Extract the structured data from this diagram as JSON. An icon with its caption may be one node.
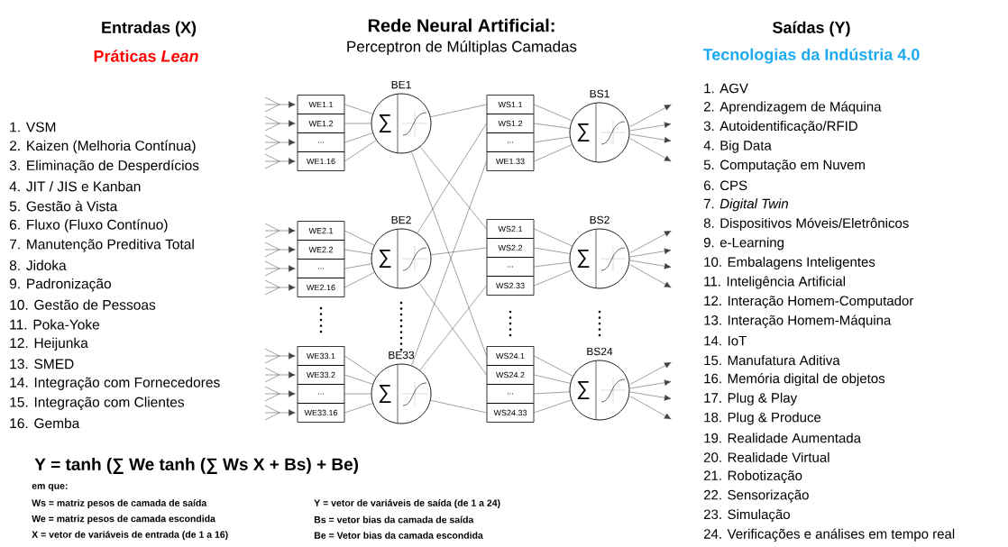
{
  "diagram": {
    "title": "Rede Neural Artificial:",
    "nodes": [
      {
        "text": [
          "WE1.1"
        ]
      },
      {
        "text": [
          "WE1.2"
        ]
      },
      {
        "text": [
          "..."
        ]
      },
      {
        "text": [
          "WE1.16"
        ]
      },
      {
        "text": [
          "BE1",
          "∑"
        ]
      },
      {
        "text": [
          "WE2.1"
        ]
      },
      {
        "text": [
          "WE2.2"
        ]
      },
      {
        "text": [
          "..."
        ]
      },
      {
        "text": [
          "WE2.16"
        ]
      },
      {
        "text": [
          "BE2",
          "∑"
        ]
      },
      {
        "text": [
          "WE33.1"
        ]
      },
      {
        "text": [
          "WE33.2"
        ]
      },
      {
        "text": [
          "..."
        ]
      },
      {
        "text": [
          "WE33.16"
        ]
      },
      {
        "text": [
          "BE33",
          "∑"
        ]
      },
      {
        "text": [
          "WS1.1"
        ]
      },
      {
        "text": [
          "WS1.2"
        ]
      },
      {
        "text": [
          "..."
        ]
      },
      {
        "text": [
          "WE1.33"
        ]
      },
      {
        "text": [
          "BS1",
          "∑"
        ]
      },
      {
        "text": [
          "WS2.1"
        ]
      },
      {
        "text": [
          "WS2.2"
        ]
      },
      {
        "text": [
          "..."
        ]
      },
      {
        "text": [
          "WS2.33"
        ]
      },
      {
        "text": [
          "BS2",
          "∑"
        ]
      },
      {
        "text": [
          "WS24.1"
        ]
      },
      {
        "text": [
          "WS24.2"
        ]
      },
      {
        "text": [
          "..."
        ]
      },
      {
        "text": [
          "WS24.33"
        ]
      },
      {
        "text": [
          "BS24",
          "∑"
        ]
      }
    ],
    "edges": [
      {
        "from": null,
        "to": 0,
        "arrow": "to"
      },
      {
        "from": null,
        "to": 1,
        "arrow": "to"
      },
      {
        "from": null,
        "to": 2,
        "arrow": "to"
      },
      {
        "from": null,
        "to": 3,
        "arrow": "to"
      },
      {
        "from": null,
        "to": 5,
        "arrow": "to"
      },
      {
        "from": null,
        "to": 6,
        "arrow": "to"
      },
      {
        "from": null,
        "to": 7,
        "arrow": "to"
      },
      {
        "from": null,
        "to": 8,
        "arrow": "to"
      },
      {
        "from": null,
        "to": 10,
        "arrow": "to"
      },
      {
        "from": null,
        "to": 11,
        "arrow": "to"
      },
      {
        "from": null,
        "to": 12,
        "arrow": "to"
      },
      {
        "from": null,
        "to": 13,
        "arrow": "to"
      },
      {
        "from": 0,
        "to": 4,
        "arrow": "none"
      },
      {
        "from": 1,
        "to": 4,
        "arrow": "none"
      },
      {
        "from": 2,
        "to": 4,
        "arrow": "none"
      },
      {
        "from": 3,
        "to": 4,
        "arrow": "none"
      },
      {
        "from": 5,
        "to": 9,
        "arrow": "none"
      },
      {
        "from": 6,
        "to": 9,
        "arrow": "none"
      },
      {
        "from": 7,
        "to": 9,
        "arrow": "none"
      },
      {
        "from": 8,
        "to": 9,
        "arrow": "none"
      },
      {
        "from": 10,
        "to": 14,
        "arrow": "none"
      },
      {
        "from": 11,
        "to": 14,
        "arrow": "none"
      },
      {
        "from": 12,
        "to": 14,
        "arrow": "none"
      },
      {
        "from": 13,
        "to": 14,
        "arrow": "none"
      },
      {
        "from": 4,
        "to": 15,
        "arrow": "none"
      },
      {
        "from": 4,
        "to": 20,
        "arrow": "none"
      },
      {
        "from": 4,
        "to": 25,
        "arrow": "none"
      },
      {
        "from": 9,
        "to": 16,
        "arrow": "none"
      },
      {
        "from": 9,
        "to": 21,
        "arrow": "none"
      },
      {
        "from": 9,
        "to": 26,
        "arrow": "none"
      },
      {
        "from": 14,
        "to": 18,
        "arrow": "none"
      },
      {
        "from": 14,
        "to": 23,
        "arrow": "none"
      },
      {
        "from": 14,
        "to": 28,
        "arrow": "none"
      },
      {
        "from": 15,
        "to": 19,
        "arrow": "none"
      },
      {
        "from": 16,
        "to": 19,
        "arrow": "none"
      },
      {
        "from": 17,
        "to": 19,
        "arrow": "none"
      },
      {
        "from": 18,
        "to": 19,
        "arrow": "none"
      },
      {
        "from": 20,
        "to": 24,
        "arrow": "none"
      },
      {
        "from": 21,
        "to": 24,
        "arrow": "none"
      },
      {
        "from": 22,
        "to": 24,
        "arrow": "none"
      },
      {
        "from": 23,
        "to": 24,
        "arrow": "none"
      },
      {
        "from": 25,
        "to": 29,
        "arrow": "none"
      },
      {
        "from": 26,
        "to": 29,
        "arrow": "none"
      },
      {
        "from": 27,
        "to": 29,
        "arrow": "none"
      },
      {
        "from": 28,
        "to": 29,
        "arrow": "none"
      },
      {
        "from": 19,
        "to": null,
        "arrow": "to"
      },
      {
        "from": 19,
        "to": null,
        "arrow": "to"
      },
      {
        "from": 19,
        "to": null,
        "arrow": "to"
      },
      {
        "from": 19,
        "to": null,
        "arrow": "to"
      },
      {
        "from": 24,
        "to": null,
        "arrow": "to"
      },
      {
        "from": 24,
        "to": null,
        "arrow": "to"
      },
      {
        "from": 24,
        "to": null,
        "arrow": "to"
      },
      {
        "from": 24,
        "to": null,
        "arrow": "to"
      },
      {
        "from": 29,
        "to": null,
        "arrow": "to"
      },
      {
        "from": 29,
        "to": null,
        "arrow": "to"
      },
      {
        "from": 29,
        "to": null,
        "arrow": "to"
      },
      {
        "from": 29,
        "to": null,
        "arrow": "to"
      }
    ],
    "labels": [
      "Entradas (X)",
      "Práticas *Lean*",
      "Perceptron de Múltiplas Camadas",
      "Saídas (Y)",
      "Tecnologias da Indústria 4.0",
      "1. VSM",
      "2. Kaizen (Melhoria Contínua)",
      "3. Eliminação de Desperdícios",
      "4. JIT / JIS e Kanban",
      "5. Gestão à Vista",
      "6. Fluxo (Fluxo Contínuo)",
      "7. Manutenção Preditiva Total",
      "8. Jidoka",
      "9. Padronização",
      "10. Gestão de Pessoas",
      "11. Poka-Yoke",
      "12. Heijunka",
      "13. SMED",
      "14. Integração com Fornecedores",
      "15. Integração com Clientes",
      "16. Gemba",
      "1. AGV",
      "2. Aprendizagem de Máquina",
      "3. Autoidentificação/RFID",
      "4. Big Data",
      "5. Computação em Nuvem",
      "6. CPS",
      "7. *Digital Twin*",
      "8. Dispositivos Móveis/Eletrônicos",
      "9. e-Learning",
      "10. Embalagens Inteligentes",
      "11. Inteligência Artificial",
      "12. Interação Homem-Computador",
      "13. Interação Homem-Máquina",
      "14. IoT",
      "15. Manufatura Aditiva",
      "16. Memória digital de objetos",
      "17. Plug & Play",
      "18. Plug & Produce",
      "19. Realidade Aumentada",
      "20. Realidade Virtual",
      "21. Robotização",
      "22. Sensorização",
      "23. Simulação",
      "24. Verificações e análises em tempo real",
      "Y = tanh (∑ We tanh (∑ Ws X + Bs) + Be)",
      "em que:",
      "Ws = matriz pesos de camada de saída",
      "Y = vetor de variáveis de saída (de 1 a 24)",
      "We = matriz pesos de camada escondida",
      "Bs = vetor bias da camada de saída",
      "X = vetor de variáveis de entrada (de 1 a 16)",
      "Be = Vetor bias da camada escondida"
    ]
  }
}
